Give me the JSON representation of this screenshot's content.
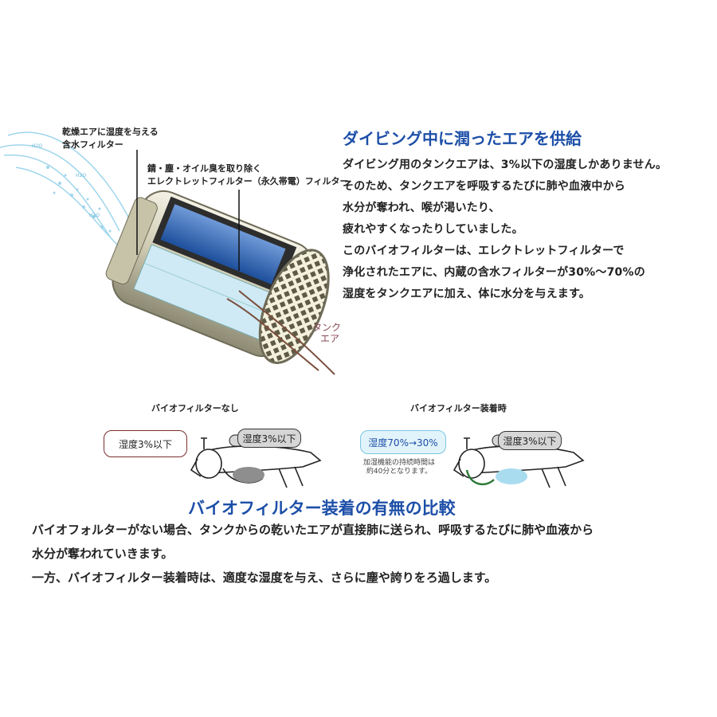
{
  "filter_diagram": {
    "callout_water_filter": [
      "乾燥エアに湿度を与える",
      "含水フィルター"
    ],
    "callout_electret_filter": [
      "錆・塵・オイル臭を取り除く",
      "エレクトレットフィルター（永久帯電）フィルター"
    ],
    "tank_air_label": [
      "タンク",
      "エア"
    ],
    "vapor_label": "H2O"
  },
  "section1": {
    "title": "ダイビング中に潤ったエアを供給",
    "lines": [
      "ダイビング用のタンクエアは、3%以下の湿度しかありません。",
      "そのため、タンクエアを呼吸するたびに肺や血液中から",
      "水分が奪われ、喉が渇いたり、",
      "疲れやすくなったりしていました。",
      "このバイオフィルターは、エレクトレットフィルターで",
      "浄化されたエアに、内蔵の含水フィルターが30%～70%の",
      "湿度をタンクエアに加え、体に水分を与えます。"
    ]
  },
  "comparison": {
    "left": {
      "title": "バイオフィルターなし",
      "lung_bubble": "湿度3%以下",
      "tank_bubble": "湿度3%以下"
    },
    "right": {
      "title": "バイオフィルター装着時",
      "lung_bubble": "湿度70%→30%",
      "tank_bubble": "湿度3%以下",
      "note": [
        "加湿機能の持続時間は",
        "約40分となります。"
      ]
    }
  },
  "section2": {
    "title": "バイオフィルター装着の有無の比較",
    "lines": [
      "バイオフォルターがない場合、タンクからの乾いたエアが直接肺に送られ、呼吸するたびに肺や血液から",
      "水分が奪われていきます。",
      "一方、バイオフィルター装着時は、適度な湿度を与え、さらに塵や誇りをろ過します。"
    ]
  },
  "colors": {
    "heading": "#1d4fa8",
    "bubble_dry_border": "#7a2e2e",
    "bubble_wet_border": "#7cc6e4",
    "bubble_wet_fill": "#e2f4fb",
    "tank_fill": "#d6d6d6"
  }
}
